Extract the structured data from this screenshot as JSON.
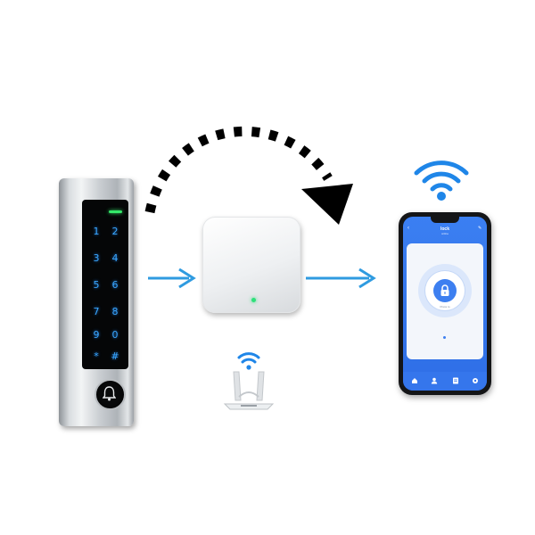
{
  "keypad": {
    "keys": [
      "1",
      "2",
      "3",
      "4",
      "5",
      "6",
      "7",
      "8",
      "9",
      "0",
      "*",
      "#"
    ]
  },
  "phone": {
    "app_title": "lock",
    "app_subtitle": "online",
    "press_text": "Press to",
    "tabs": [
      "home-icon",
      "user-icon",
      "records-icon",
      "settings-icon"
    ]
  },
  "colors": {
    "arrow": "#2f9be0",
    "wifi": "#1f86e8",
    "led_green": "#34e86a",
    "app_blue": "#3b7ff2"
  }
}
